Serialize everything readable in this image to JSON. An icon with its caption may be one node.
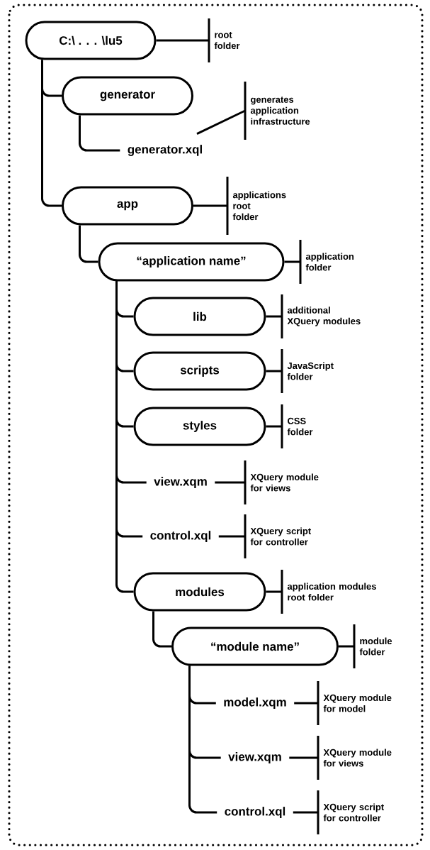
{
  "diagram": {
    "nodes": [
      {
        "text": [
          "C:\\ . . . \\lu5"
        ]
      },
      {
        "text": [
          "root folder"
        ]
      },
      {
        "text": [
          "generator"
        ]
      },
      {
        "text": [
          "generates application infrastructure"
        ]
      },
      {
        "text": [
          "generator.xql"
        ]
      },
      {
        "text": [
          "app"
        ]
      },
      {
        "text": [
          "applications root folder"
        ]
      },
      {
        "text": [
          "“application name”"
        ]
      },
      {
        "text": [
          "application folder"
        ]
      },
      {
        "text": [
          "lib"
        ]
      },
      {
        "text": [
          "additional XQuery modules"
        ]
      },
      {
        "text": [
          "scripts"
        ]
      },
      {
        "text": [
          "JavaScript folder"
        ]
      },
      {
        "text": [
          "styles"
        ]
      },
      {
        "text": [
          "CSS folder"
        ]
      },
      {
        "text": [
          "view.xqm"
        ]
      },
      {
        "text": [
          "XQuery module for views"
        ]
      },
      {
        "text": [
          "control.xql"
        ]
      },
      {
        "text": [
          "XQuery script for controller"
        ]
      },
      {
        "text": [
          "modules"
        ]
      },
      {
        "text": [
          "application modules root folder"
        ]
      },
      {
        "text": [
          "“module name”"
        ]
      },
      {
        "text": [
          "module folder"
        ]
      },
      {
        "text": [
          "model.xqm"
        ]
      },
      {
        "text": [
          "XQuery module for model"
        ]
      },
      {
        "text": [
          "view.xqm"
        ]
      },
      {
        "text": [
          "XQuery module for views"
        ]
      },
      {
        "text": [
          "control.xql"
        ]
      },
      {
        "text": [
          "XQuery script for controller"
        ]
      }
    ],
    "edges": [
      {
        "from": 0,
        "to": 2,
        "arrow": "none"
      },
      {
        "from": 2,
        "to": 4,
        "arrow": "none"
      },
      {
        "from": 0,
        "to": 5,
        "arrow": "none"
      },
      {
        "from": 5,
        "to": 7,
        "arrow": "none"
      },
      {
        "from": 7,
        "to": 9,
        "arrow": "none"
      },
      {
        "from": 7,
        "to": 11,
        "arrow": "none"
      },
      {
        "from": 7,
        "to": 13,
        "arrow": "none"
      },
      {
        "from": 7,
        "to": 15,
        "arrow": "none"
      },
      {
        "from": 7,
        "to": 17,
        "arrow": "none"
      },
      {
        "from": 7,
        "to": 19,
        "arrow": "none"
      },
      {
        "from": 19,
        "to": 21,
        "arrow": "none"
      },
      {
        "from": 21,
        "to": 23,
        "arrow": "none"
      },
      {
        "from": 21,
        "to": 25,
        "arrow": "none"
      },
      {
        "from": 21,
        "to": 27,
        "arrow": "none"
      },
      {
        "from": 0,
        "to": 1,
        "arrow": "none"
      },
      {
        "from": 4,
        "to": 3,
        "arrow": "none"
      },
      {
        "from": 5,
        "to": 6,
        "arrow": "none"
      },
      {
        "from": 7,
        "to": 8,
        "arrow": "none"
      },
      {
        "from": 9,
        "to": 10,
        "arrow": "none"
      },
      {
        "from": 11,
        "to": 12,
        "arrow": "none"
      },
      {
        "from": 13,
        "to": 14,
        "arrow": "none"
      },
      {
        "from": 15,
        "to": 16,
        "arrow": "none"
      },
      {
        "from": 17,
        "to": 18,
        "arrow": "none"
      },
      {
        "from": 19,
        "to": 20,
        "arrow": "none"
      },
      {
        "from": 21,
        "to": 22,
        "arrow": "none"
      },
      {
        "from": 23,
        "to": 24,
        "arrow": "none"
      },
      {
        "from": 25,
        "to": 26,
        "arrow": "none"
      },
      {
        "from": 27,
        "to": 28,
        "arrow": "none"
      }
    ]
  }
}
